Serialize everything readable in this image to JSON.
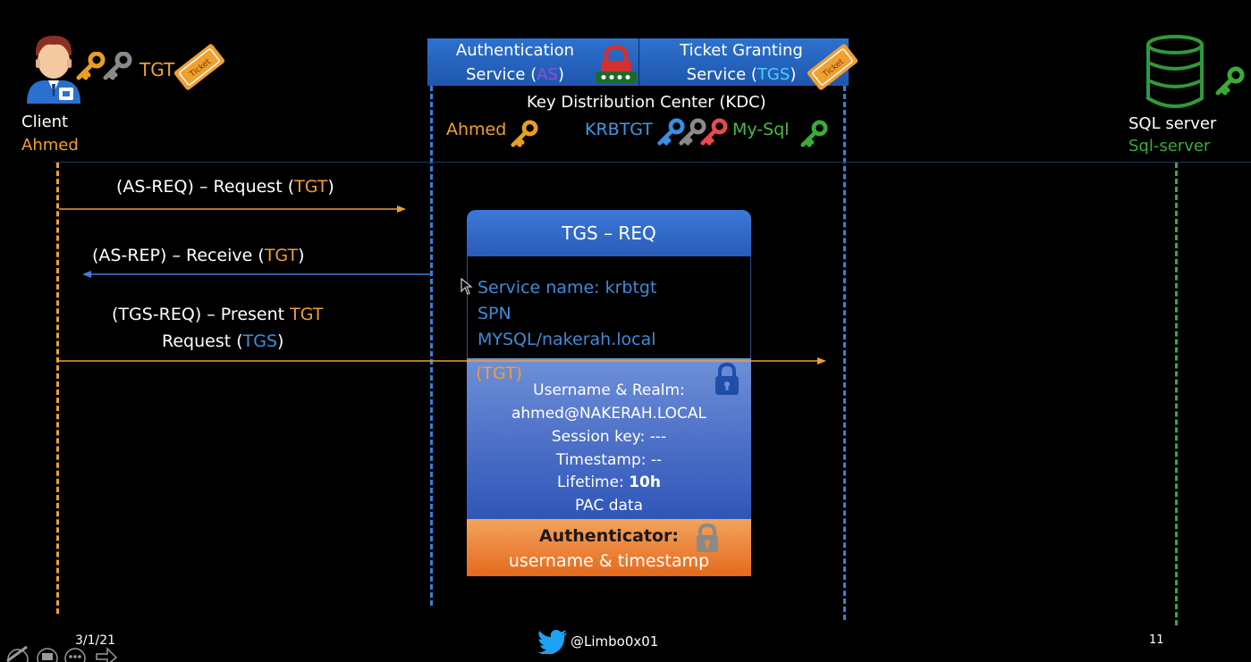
{
  "client": {
    "label": "Client",
    "name": "Ahmed",
    "tgt_label": "TGT",
    "ticket_text": "Ticket"
  },
  "kdc": {
    "as_line1": "Authentication",
    "as_line2_pre": "Service (",
    "as_abbr": "AS",
    "as_line2_post": ")",
    "tgs_line1": "Ticket Granting",
    "tgs_line2_pre": "Service (",
    "tgs_abbr": "TGS",
    "tgs_line2_post": ")",
    "title": "Key Distribution Center (KDC)",
    "key_ahmed": "Ahmed",
    "key_krbtgt": "KRBTGT",
    "key_mysql": "My-Sql",
    "ticket_text": "Ticket"
  },
  "server": {
    "label": "SQL server",
    "name": "Sql-server"
  },
  "messages": {
    "m1_pre": "(AS-REQ) – Request (",
    "m1_hl": "TGT",
    "m1_post": ")",
    "m2_pre": "(AS-REP) – Receive (",
    "m2_hl": "TGT",
    "m2_post": ")",
    "m3_pre": "(TGS-REQ) – Present ",
    "m3_hl": "TGT",
    "m4_pre": "Request (",
    "m4_hl": "TGS",
    "m4_post": ")"
  },
  "card": {
    "title": "TGS – REQ",
    "service_name": "Service name: krbtgt",
    "spn_label": "SPN",
    "spn_value": "MYSQL/nakerah.local",
    "tgt_label": "(TGT)",
    "username_realm_label": "Username & Realm:",
    "username_realm_value": "ahmed@NAKERAH.LOCAL",
    "session_key": "Session key: ---",
    "timestamp": "Timestamp: --",
    "lifetime_label": "Lifetime: ",
    "lifetime_value": "10h",
    "pac": "PAC data",
    "auth_label": "Authenticator:",
    "auth_value": "username & timestamp"
  },
  "footer": {
    "date": "3/1/21",
    "twitter": "@Limbo0x01",
    "page": "11"
  },
  "colors": {
    "orange": "#f0a030",
    "blue": "#3a8fe0",
    "green": "#3aaa3a",
    "card_blue": "#3b78d8",
    "card_orange": "#e56a1e"
  }
}
